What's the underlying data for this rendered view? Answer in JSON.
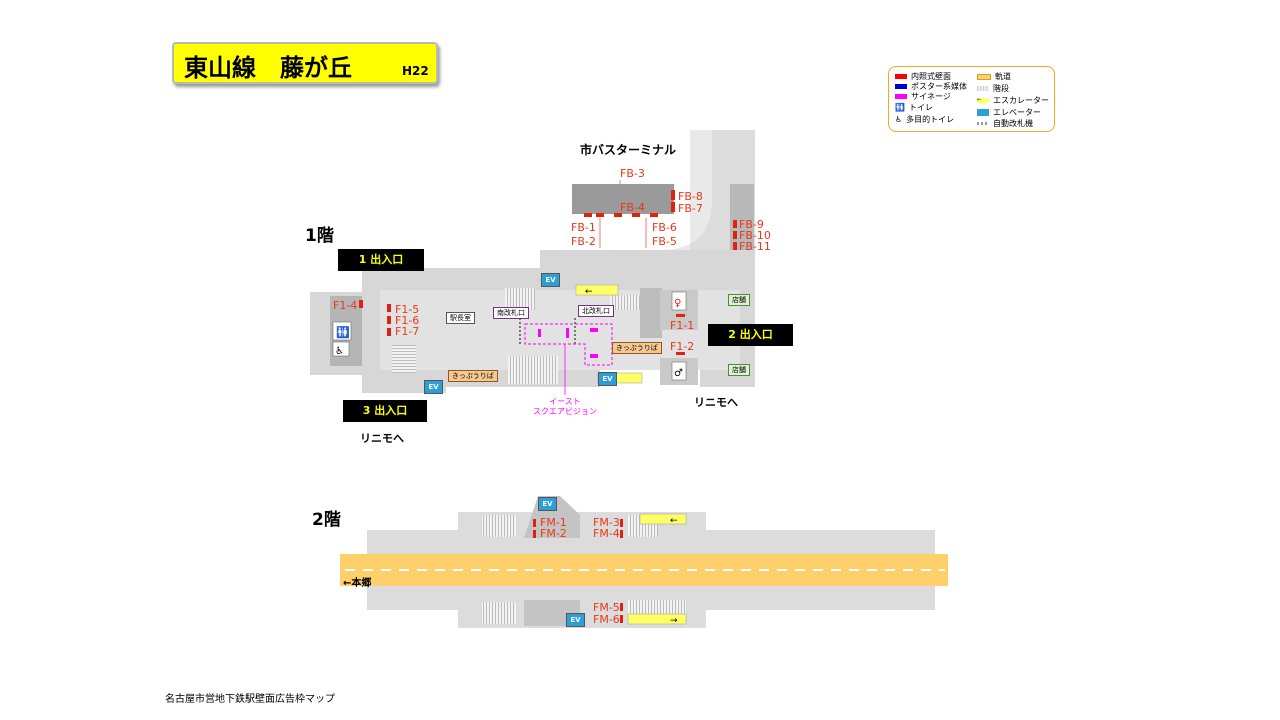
{
  "title": {
    "line": "東山線　藤が丘",
    "code": "H22"
  },
  "legend": {
    "items": [
      {
        "label": "内照式壁面",
        "color": "#ff0000"
      },
      {
        "label": "ポスター系媒体",
        "color": "#0000cc"
      },
      {
        "label": "サイネージ",
        "color": "#ff00ff"
      },
      {
        "label": "トイレ",
        "icon": "toilet-icon"
      },
      {
        "label": "多目的トイレ",
        "icon": "accessible-toilet-icon"
      },
      {
        "label": "軌道",
        "color": "#ffd36b"
      },
      {
        "label": "階段",
        "color": "#e6e6e6"
      },
      {
        "label": "エスカレーター",
        "color": "#ffff66"
      },
      {
        "label": "エレベーター",
        "color": "#2e9fd6"
      },
      {
        "label": "自動改札機",
        "color": "#999999"
      }
    ]
  },
  "floor1": {
    "label": "1階",
    "bus_terminal": "市バスターミナル",
    "exits": [
      {
        "label": "1  出入口"
      },
      {
        "label": "2  出入口",
        "note": "リニモへ"
      },
      {
        "label": "3  出入口",
        "note": "リニモへ"
      }
    ],
    "ads": {
      "fb3": "FB-3",
      "fb4": "FB-4",
      "fb8": "FB-8",
      "fb7": "FB-7",
      "fb1": "FB-1",
      "fb2": "FB-2",
      "fb6": "FB-6",
      "fb5": "FB-5",
      "fb9": "FB-9",
      "fb10": "FB-10",
      "fb11": "FB-11",
      "f14": "F1-4",
      "f15": "F1-5",
      "f16": "F1-6",
      "f17": "F1-7",
      "f11": "F1-1",
      "f12": "F1-2"
    },
    "labels": {
      "station_office": "駅長室",
      "south_gate": "南改札口",
      "north_gate": "北改札口",
      "ticket1": "きっぷうりば",
      "ticket2": "きっぷうりば",
      "shop1": "店舗",
      "shop2": "店舗",
      "ev": "EV"
    },
    "signage_note": "イースト\nスクエアビジョン"
  },
  "floor2": {
    "label": "2階",
    "direction": "←本郷",
    "ads": {
      "fm1": "FM-1",
      "fm2": "FM-2",
      "fm3": "FM-3",
      "fm4": "FM-4",
      "fm5": "FM-5",
      "fm6": "FM-6"
    },
    "ev": "EV"
  },
  "footer": "名古屋市営地下鉄駅壁面広告枠マップ"
}
